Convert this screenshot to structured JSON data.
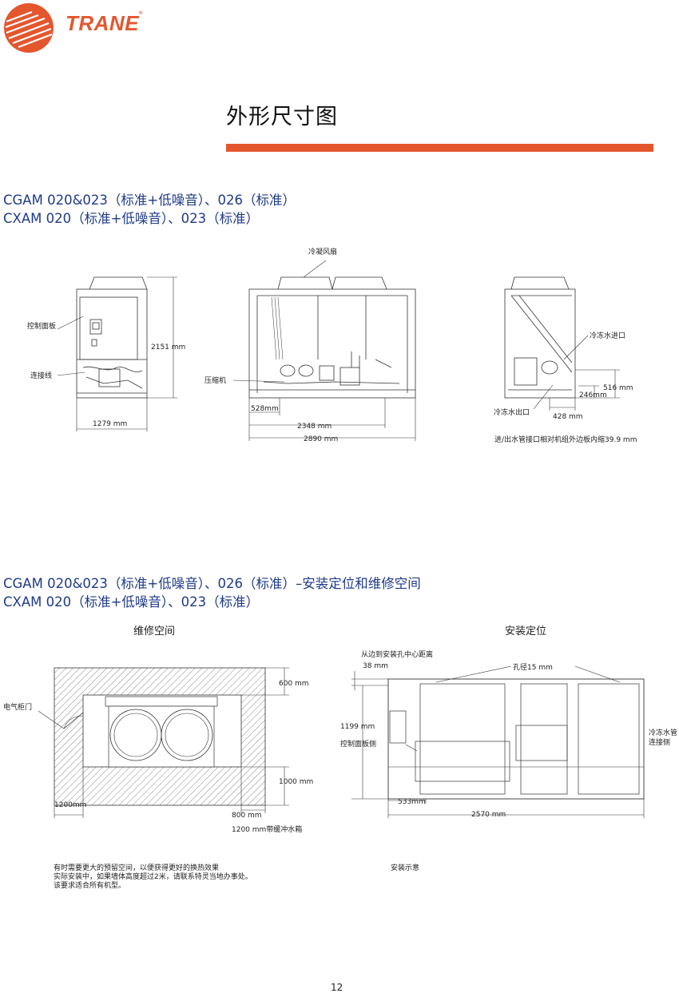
{
  "brand": {
    "name": "TRANE",
    "reg_mark": "®",
    "color": "#e4572e"
  },
  "page_title": "外形尺寸图",
  "section1": {
    "title_lines": [
      "CGAM 020&023（标准+低噪音）、026（标准）",
      "CXAM 020（标准+低噪音）、023（标准）"
    ],
    "labels": {
      "control_panel": "控制面板",
      "connection_line": "连接线",
      "height": "2151 mm",
      "width": "1279 mm",
      "fan": "冷凝风扇",
      "compressor": "压缩机",
      "dim_528": "528mm",
      "dim_2348": "2348 mm",
      "dim_2890": "2890 mm",
      "chilled_in": "冷冻水进口",
      "chilled_out": "冷冻水出口",
      "dim_516": "516 mm",
      "dim_246": "246mm",
      "dim_428": "428 mm",
      "inset_note": "进/出水管接口相对机组外边板内缩39.9 mm"
    }
  },
  "section2": {
    "title_lines": [
      "CGAM 020&023（标准+低噪音）、026（标准）–安装定位和维修空间",
      "CXAM 020（标准+低噪音）、023（标准）"
    ],
    "service_title": "维修空间",
    "install_title": "安装定位",
    "service_labels": {
      "cabinet_door": "电气柜门",
      "dim_600": "600 mm",
      "dim_1000": "1000 mm",
      "dim_1200": "1200mm",
      "dim_800": "800 mm",
      "buffer_tank": "1200 mm带缓冲水箱"
    },
    "install_labels": {
      "edge_to_hole": "从边到安装孔中心距离",
      "dim_38": "38 mm",
      "hole_dia": "孔径15 mm",
      "dim_1199": "1199 mm",
      "control_side": "控制面板侧",
      "pipe_side_line1": "冷冻水管",
      "pipe_side_line2": "连接侧",
      "dim_533": "533mm",
      "dim_2570": "2570 mm"
    },
    "notes": [
      "有时需要更大的预留空间，以便获得更好的换热效果",
      "实际安装中，如果墙体高度超过2米，请联系特灵当地办事处。",
      "该要求适合所有机型。"
    ],
    "install_caption": "安装示意"
  },
  "page_number": "12"
}
